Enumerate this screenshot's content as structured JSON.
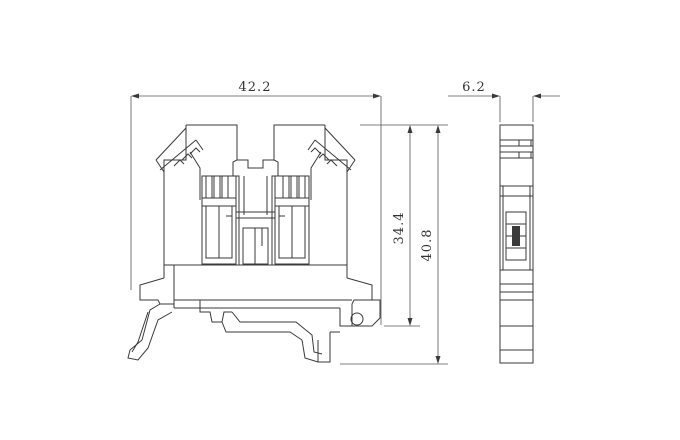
{
  "dimensions": {
    "front_width": "42.2",
    "front_height_inner": "34.4",
    "front_height_total": "40.8",
    "side_width": "6.2"
  },
  "colors": {
    "line": "#3a3a3a",
    "background": "#ffffff"
  }
}
